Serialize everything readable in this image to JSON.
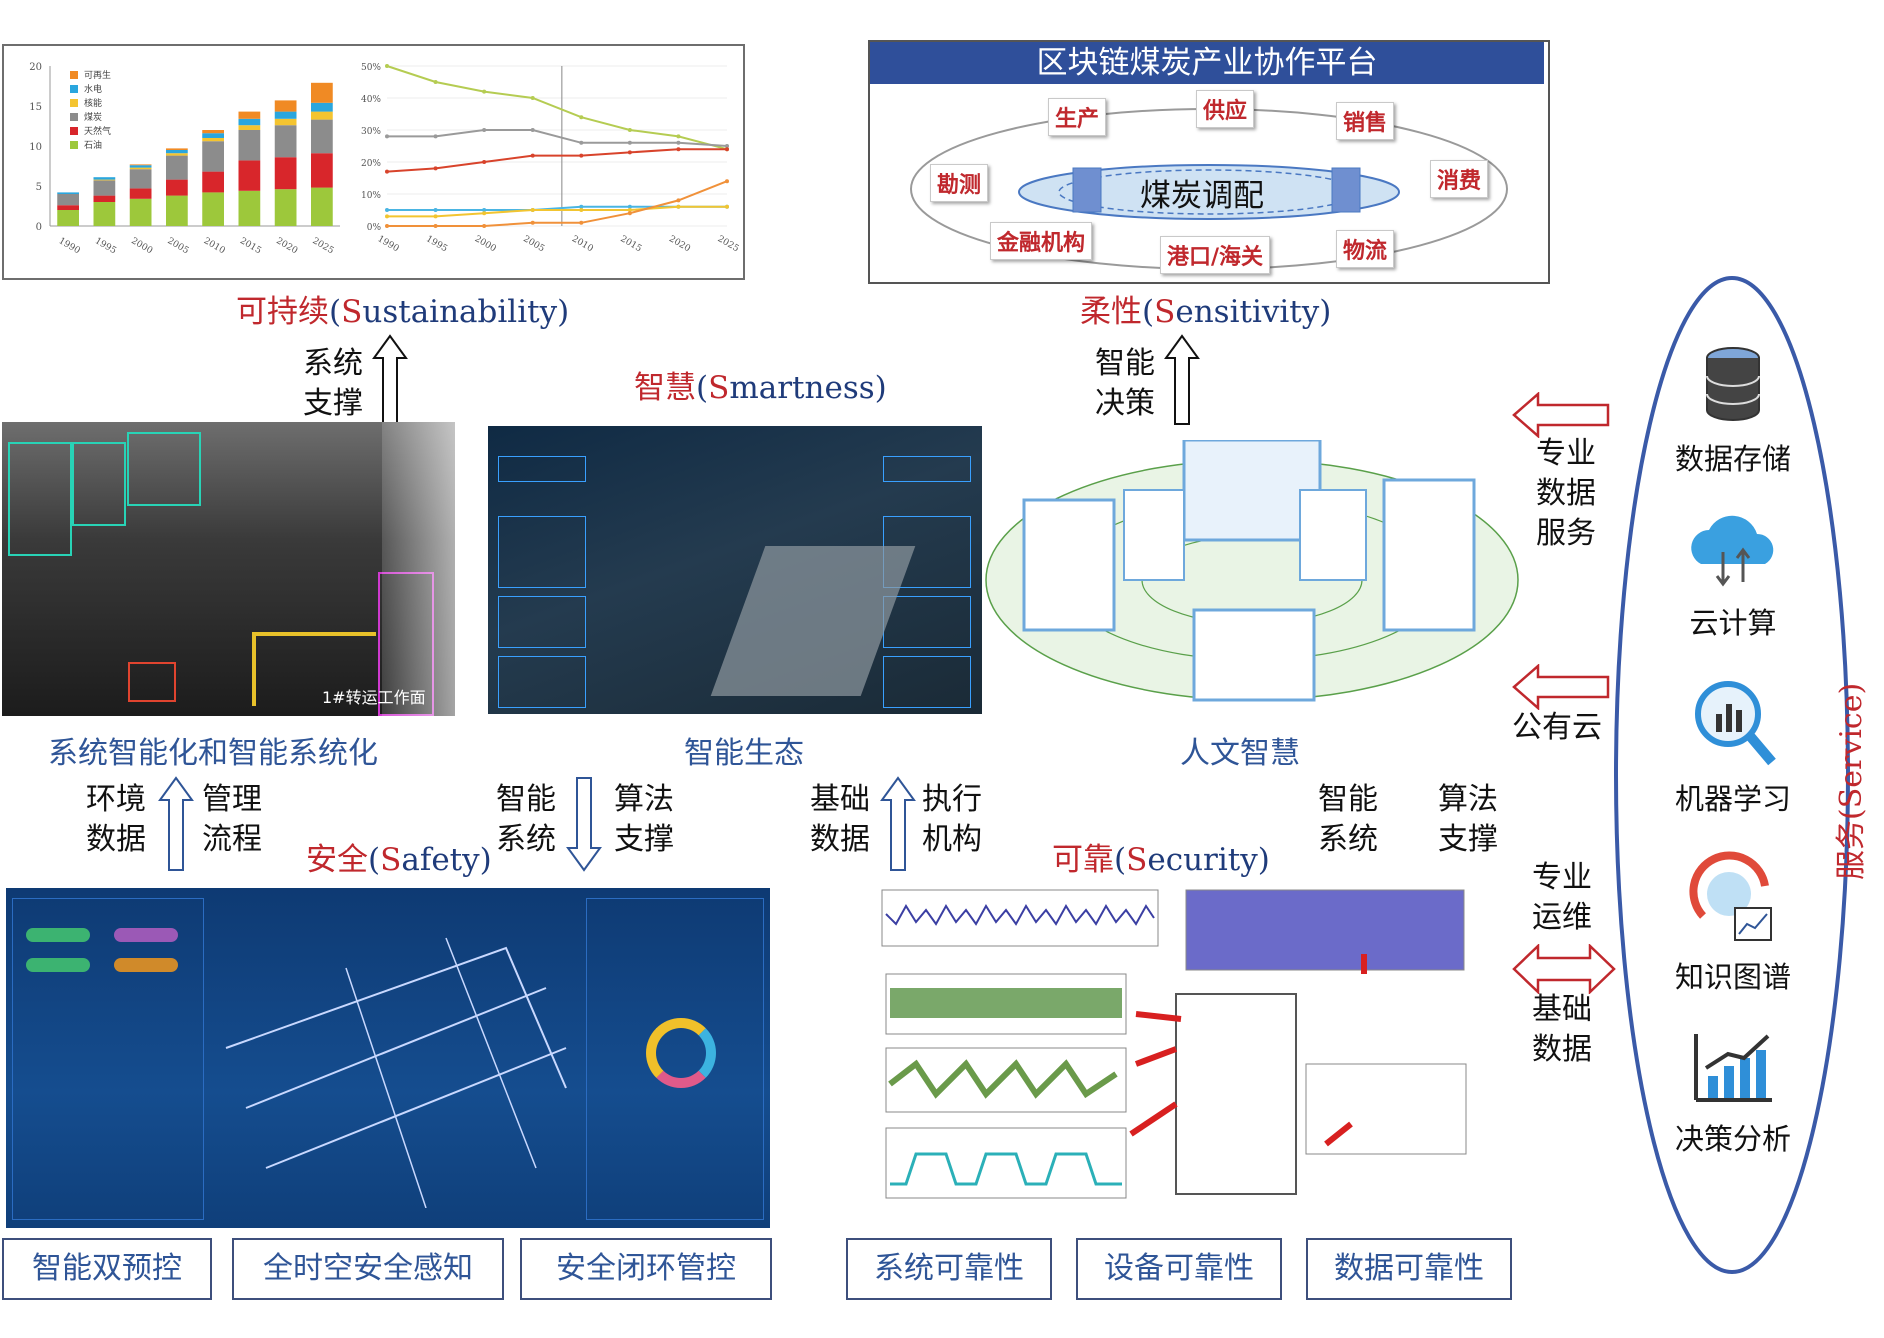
{
  "qualities": {
    "sustainability": {
      "cn": "可持续",
      "en_cap": "S",
      "en_rest": "ustainability"
    },
    "sensitivity": {
      "cn": "柔性",
      "en_cap": "S",
      "en_rest": "ensitivity"
    },
    "smartness": {
      "cn": "智慧",
      "en_cap": "S",
      "en_rest": "martness"
    },
    "safety": {
      "cn": "安全",
      "en_cap": "S",
      "en_rest": "afety"
    },
    "security": {
      "cn": "可靠",
      "en_cap": "S",
      "en_rest": "ecurity"
    },
    "service": {
      "cn": "服务",
      "en_cap": "S",
      "en_rest": "ervice"
    }
  },
  "platform": {
    "title": "区块链煤炭产业协作平台",
    "center": "煤炭调配",
    "nodes": [
      "生产",
      "供应",
      "销售",
      "勘测",
      "消费",
      "金融机构",
      "港口/海关",
      "物流"
    ]
  },
  "captions": {
    "mine": "系统智能化和智能系统化",
    "eco": "智能生态",
    "human": "人文智慧"
  },
  "arrows": {
    "system_support": "系统\n支撑",
    "smart_decision": "智能\n决策",
    "env_data": "环境\n数据",
    "manage_flow": "管理\n流程",
    "smart_system_l": "智能\n系统",
    "algo_support_l": "算法\n支撑",
    "basic_data_l": "基础\n数据",
    "actuator": "执行\n机构",
    "smart_system_r": "智能\n系统",
    "algo_support_r": "算法\n支撑"
  },
  "side_arrows": {
    "pro_data": "专业\n数据\n服务",
    "public_cloud": "公有云",
    "pro_ops": "专业\n运维",
    "basic_data": "基础\n数据"
  },
  "services": [
    "数据存储",
    "云计算",
    "机器学习",
    "知识图谱",
    "决策分析"
  ],
  "bottom_boxes": [
    "智能双预控",
    "全时空安全感知",
    "安全闭环管控",
    "系统可靠性",
    "设备可靠性",
    "数据可靠性"
  ],
  "mine_overlay": "1#转运工作面",
  "colors": {
    "accent_red": "#c0282d",
    "accent_blue": "#2f5597",
    "service_ellipse": "#3a5aa8",
    "platform_title_bg": "#2f4f9a"
  },
  "chart_data": [
    {
      "type": "bar",
      "stacked": true,
      "categories": [
        "1990",
        "1995",
        "2000",
        "2005",
        "2010",
        "2015",
        "2020",
        "2025"
      ],
      "series": [
        {
          "name": "石油",
          "values": [
            2.0,
            3.0,
            3.4,
            3.8,
            4.2,
            4.4,
            4.6,
            4.8
          ],
          "color": "#9dc83b"
        },
        {
          "name": "天然气",
          "values": [
            0.6,
            0.8,
            1.3,
            2.0,
            2.6,
            3.8,
            4.0,
            4.3
          ],
          "color": "#d8262b"
        },
        {
          "name": "煤炭",
          "values": [
            1.4,
            1.9,
            2.4,
            3.0,
            3.8,
            3.8,
            4.0,
            4.2
          ],
          "color": "#8c8c8c"
        },
        {
          "name": "核能",
          "values": [
            0.0,
            0.1,
            0.2,
            0.3,
            0.4,
            0.6,
            0.8,
            1.0
          ],
          "color": "#f4c430"
        },
        {
          "name": "水电",
          "values": [
            0.2,
            0.3,
            0.3,
            0.4,
            0.6,
            0.8,
            0.9,
            1.1
          ],
          "color": "#2aa6de"
        },
        {
          "name": "可再生",
          "values": [
            0.0,
            0.0,
            0.1,
            0.2,
            0.4,
            0.9,
            1.4,
            2.5
          ],
          "color": "#f08a24"
        }
      ],
      "ylim": [
        0,
        20
      ],
      "yticks": [
        0,
        5,
        10,
        15,
        20
      ]
    },
    {
      "type": "line",
      "x": [
        "1990",
        "1995",
        "2000",
        "2005",
        "2010",
        "2015",
        "2020",
        "2025"
      ],
      "series": [
        {
          "values": [
            50,
            45,
            42,
            40,
            34,
            30,
            28,
            24
          ],
          "color": "#b5cc52"
        },
        {
          "values": [
            28,
            28,
            30,
            30,
            26,
            26,
            26,
            25
          ],
          "color": "#9a9a9a"
        },
        {
          "values": [
            17,
            18,
            20,
            22,
            22,
            23,
            24,
            24
          ],
          "color": "#d8432b"
        },
        {
          "values": [
            5,
            5,
            5,
            5,
            6,
            6,
            6,
            6
          ],
          "color": "#4ab5e3"
        },
        {
          "values": [
            3,
            3,
            4,
            5,
            5,
            5,
            6,
            6
          ],
          "color": "#f2c531"
        },
        {
          "values": [
            0,
            0,
            0,
            1,
            1,
            4,
            8,
            14
          ],
          "color": "#f0913a"
        }
      ],
      "ylim": [
        0,
        50
      ],
      "yticks": [
        "0%",
        "10%",
        "20%",
        "30%",
        "40%",
        "50%"
      ]
    }
  ]
}
